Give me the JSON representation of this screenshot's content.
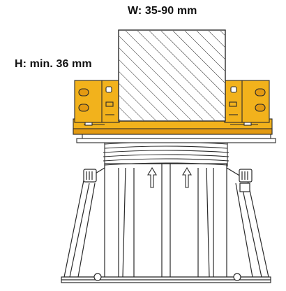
{
  "labels": {
    "width": "W: 35-90 mm",
    "height": "H: min. 36 mm"
  },
  "colors": {
    "bracket_fill": "#f2b21c",
    "bracket_shade": "#e39a12",
    "line": "#2a2a2a",
    "background": "#ffffff"
  },
  "icons": {
    "joist": "hatched-rectangle",
    "bracket_left": "adjustable-bracket",
    "bracket_right": "adjustable-bracket",
    "pedestal": "adjustable-pedestal",
    "arrows": "up-arrow"
  }
}
